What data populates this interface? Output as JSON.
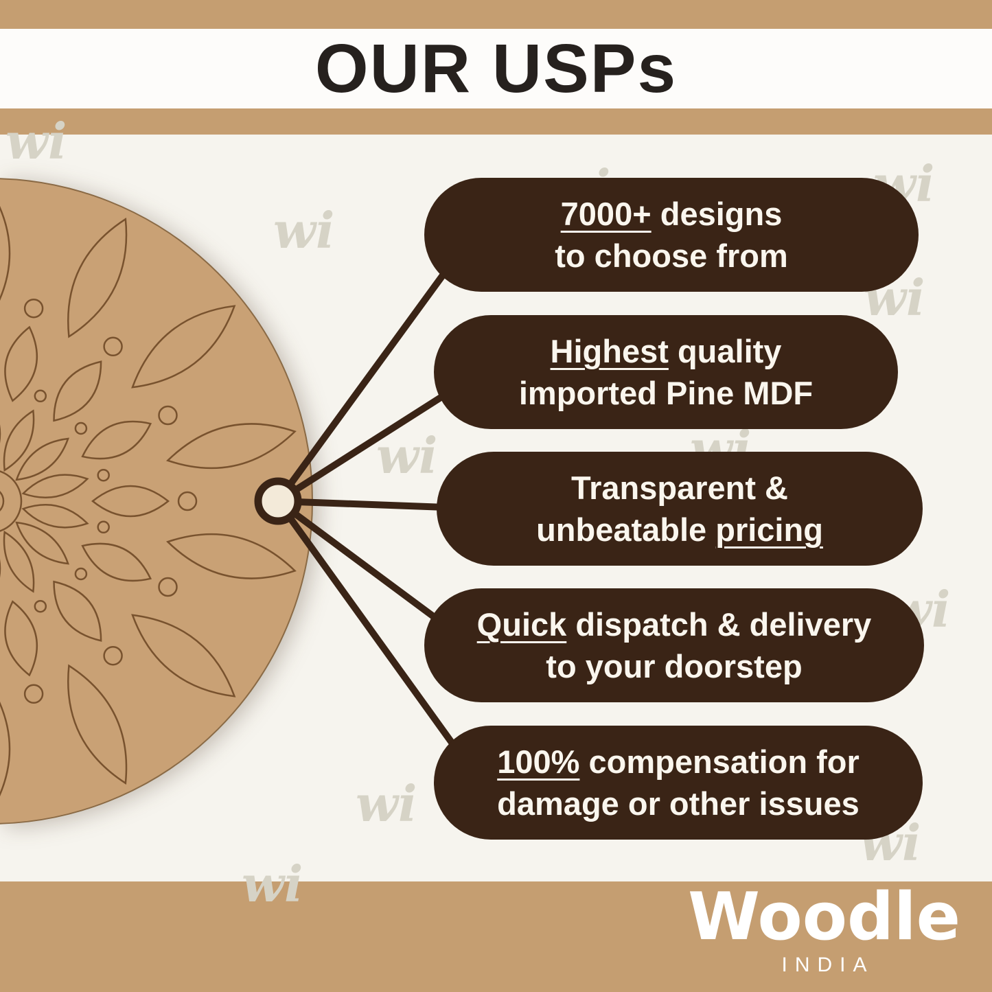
{
  "header": {
    "title": "OUR USPs"
  },
  "usps": [
    {
      "line1": {
        "pre": "",
        "u": "7000+",
        "post": " designs"
      },
      "line2": {
        "pre": "to choose from",
        "u": "",
        "post": ""
      }
    },
    {
      "line1": {
        "pre": "",
        "u": "Highest",
        "post": " quality"
      },
      "line2": {
        "pre": "imported Pine MDF",
        "u": "",
        "post": ""
      }
    },
    {
      "line1": {
        "pre": "Transparent &",
        "u": "",
        "post": ""
      },
      "line2": {
        "pre": "unbeatable ",
        "u": "pricing",
        "post": ""
      }
    },
    {
      "line1": {
        "pre": "",
        "u": "Quick",
        "post": " dispatch & delivery"
      },
      "line2": {
        "pre": "to your doorstep",
        "u": "",
        "post": ""
      }
    },
    {
      "line1": {
        "pre": "",
        "u": "100%",
        "post": " compensation for"
      },
      "line2": {
        "pre": "damage or other issues",
        "u": "",
        "post": ""
      }
    }
  ],
  "footer": {
    "brand": "Woodle",
    "country": "INDIA"
  },
  "watermark": {
    "text": "wi"
  },
  "colors": {
    "band": "#c59e71",
    "pill": "#3a2416",
    "page": "#f6f4ee",
    "board": "#c9a175",
    "engraving": "#78522e",
    "title": "#26211e",
    "pill_text": "#faf6ee"
  }
}
